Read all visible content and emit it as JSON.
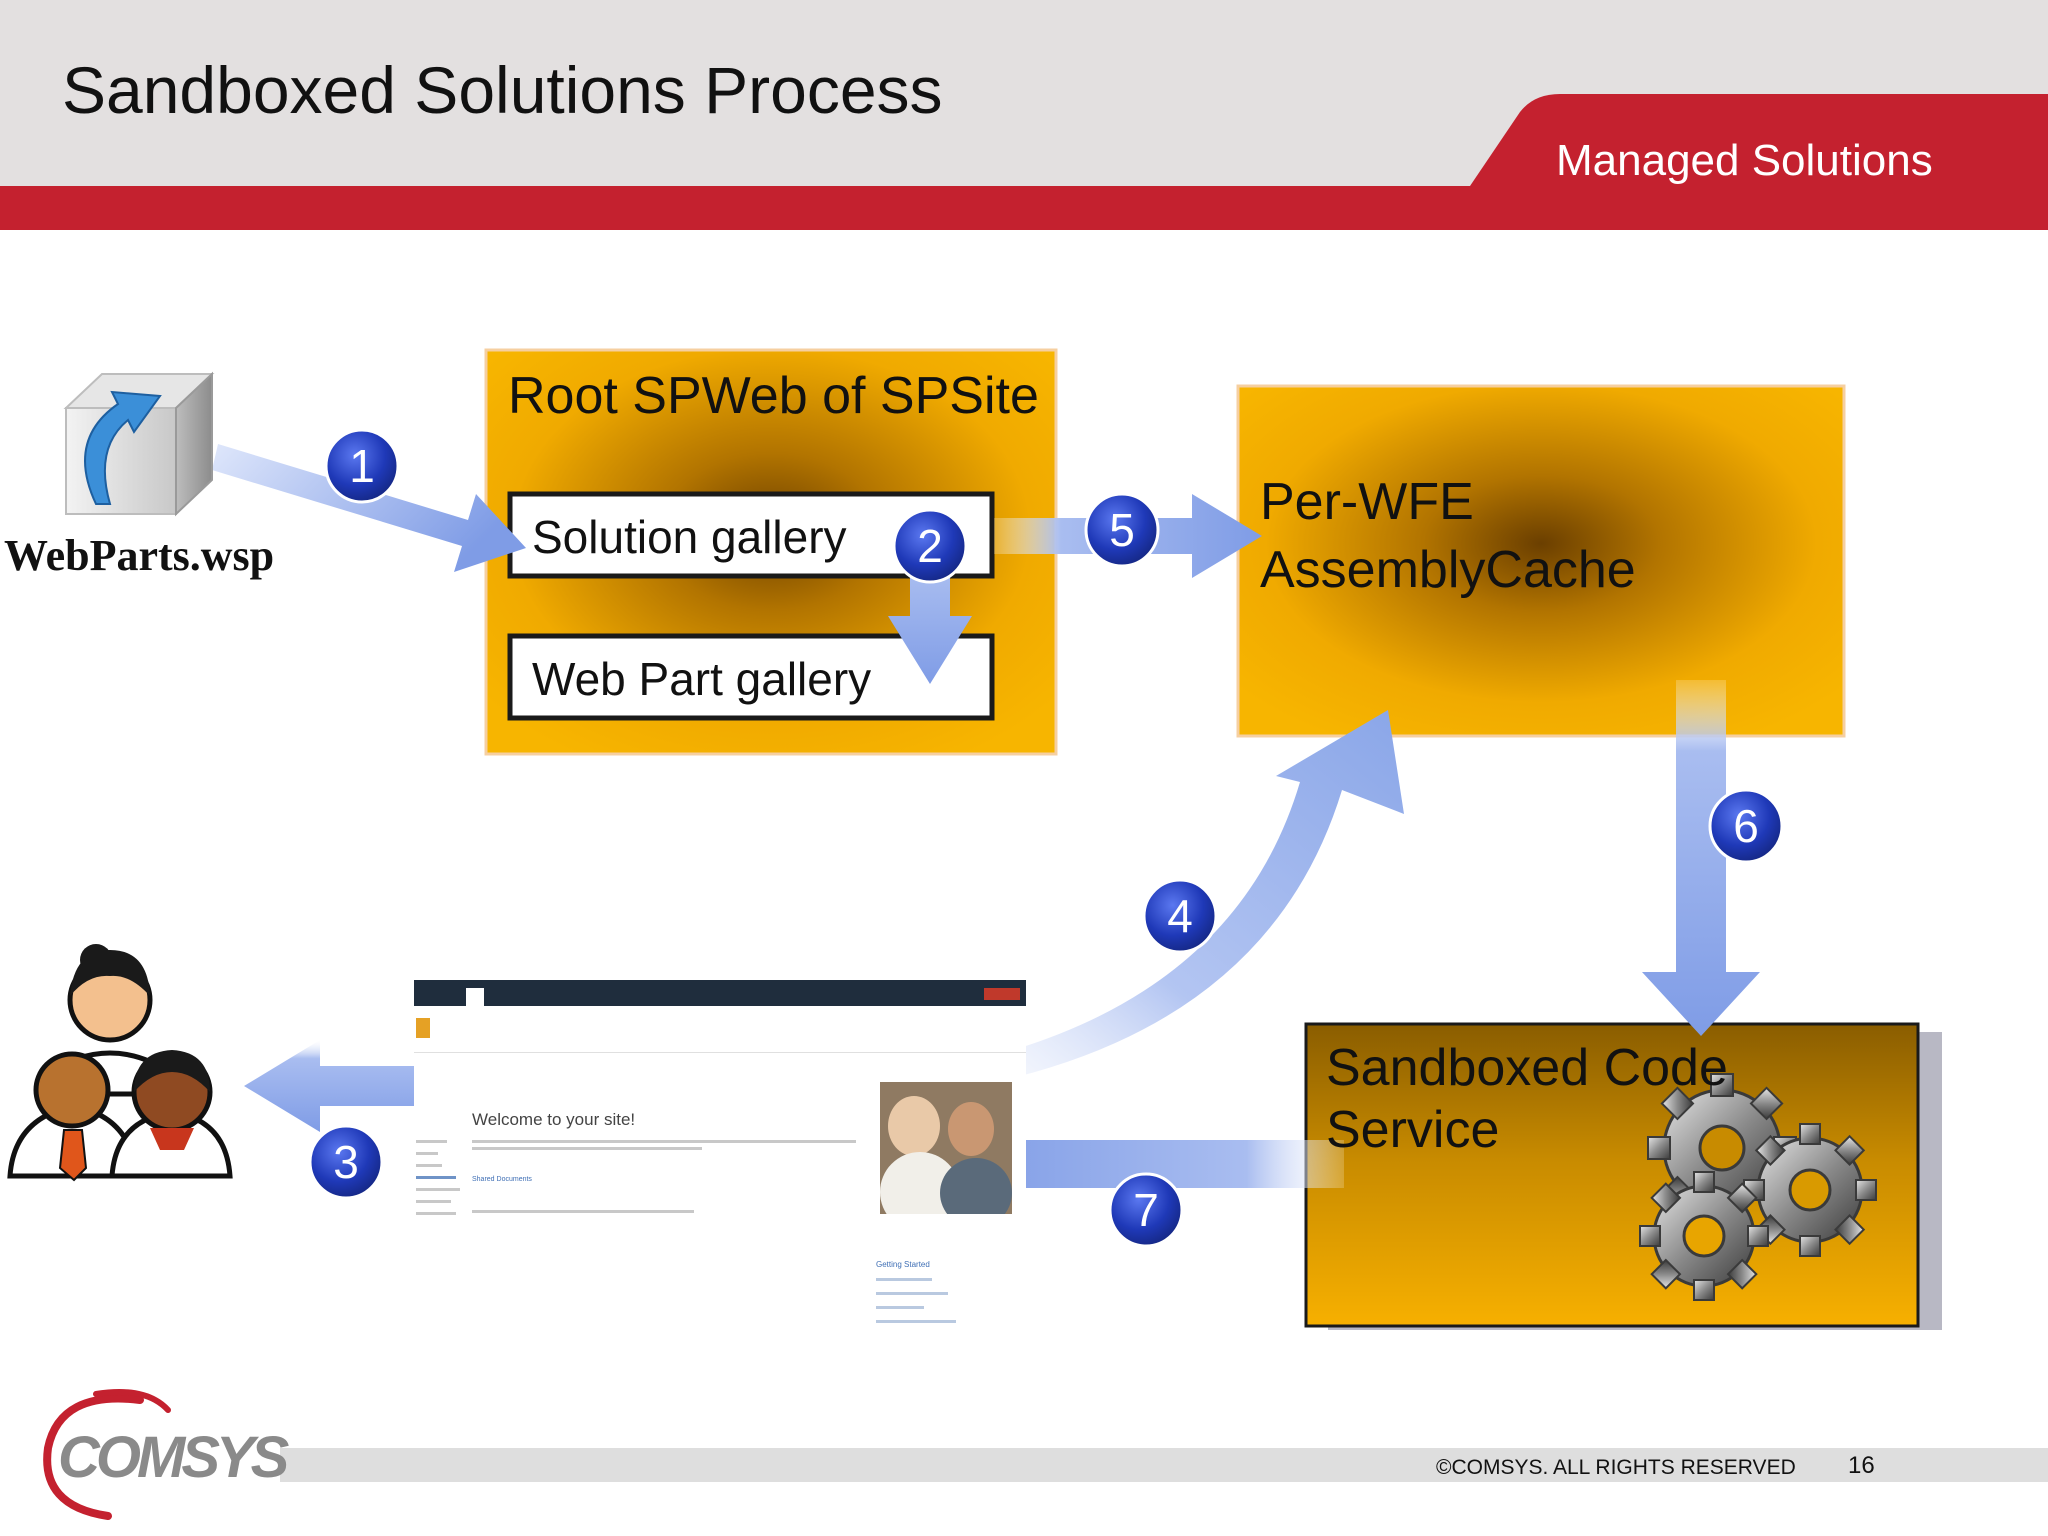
{
  "slide": {
    "title": "Sandboxed Solutions Process",
    "section": "Managed Solutions",
    "footer_copyright": "©COMSYS. ALL RIGHTS RESERVED",
    "page_number": "16",
    "logo_text": "COMSYS"
  },
  "package": {
    "label": "WebParts.wsp",
    "icon": "package-cube-icon"
  },
  "root_box": {
    "title": "Root SPWeb of SPSite",
    "solution_gallery": "Solution gallery",
    "webpart_gallery": "Web Part gallery"
  },
  "cache_box": {
    "title_line1": "Per-WFE",
    "title_line2": "AssemblyCache"
  },
  "sandbox_box": {
    "title_line1": "Sandboxed Code",
    "title_line2": "Service",
    "icon": "gears-icon"
  },
  "users": {
    "icon": "users-group-icon"
  },
  "steps": [
    "1",
    "2",
    "3",
    "4",
    "5",
    "6",
    "7"
  ],
  "site_screenshot": {
    "welcome": "Welcome to your site!",
    "getting_started": "Getting Started",
    "shared_documents": "Shared Documents"
  },
  "colors": {
    "header_gray": "#e3e0e0",
    "brand_red": "#c4212f",
    "box_gold": "#f2ae00",
    "arrow_blue": "#8aa6e8",
    "badge_blue": "#1f39b8"
  }
}
